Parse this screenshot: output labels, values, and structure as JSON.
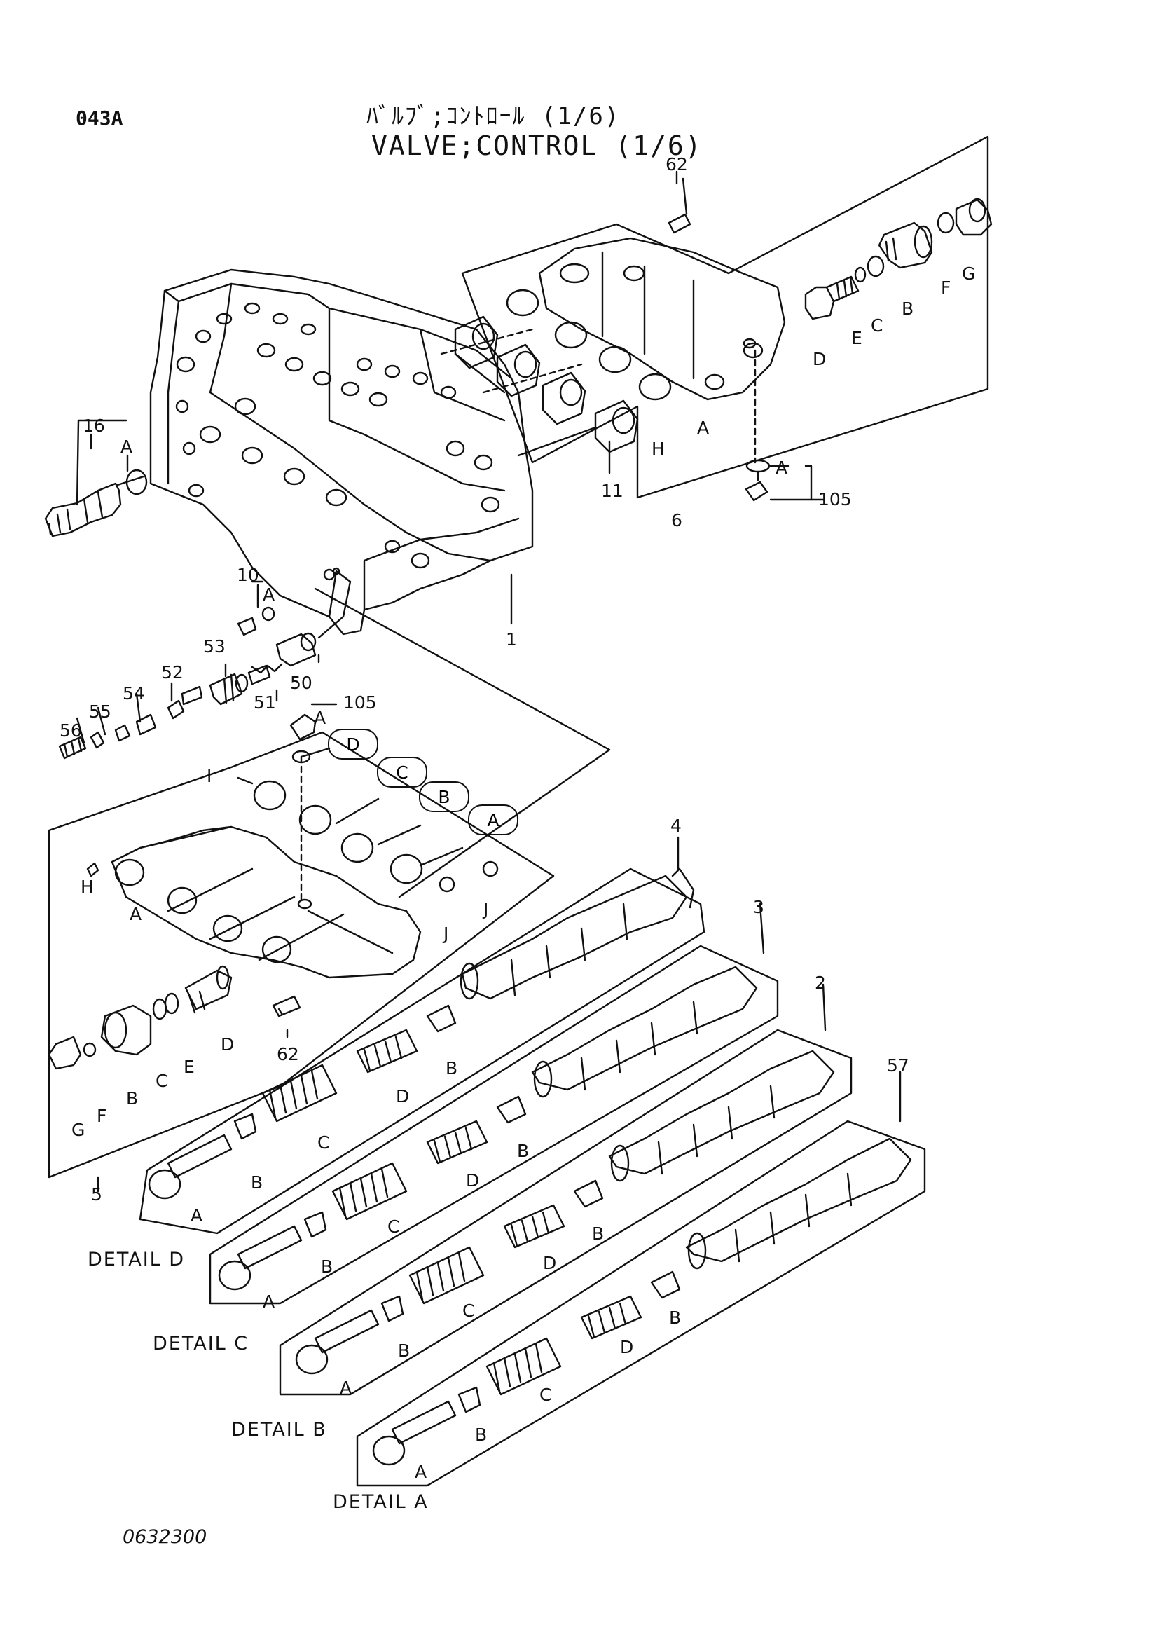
{
  "header": {
    "page_code": "043A",
    "title_jp": "ﾊﾞﾙﾌﾞ;ｺﾝﾄﾛｰﾙ (1/6)",
    "title_en": "VALVE;CONTROL (1/6)"
  },
  "figure_number": "0632300",
  "callouts": {
    "c62a": "62",
    "c16": "16",
    "c1": "1",
    "c10": "10",
    "c6": "6",
    "c11": "11",
    "c105a": "105",
    "c53": "53",
    "c52": "52",
    "c54": "54",
    "c55": "55",
    "c56": "56",
    "c51": "51",
    "c50": "50",
    "c105b": "105",
    "c4": "4",
    "c3": "3",
    "c2": "2",
    "c57": "57",
    "c5": "5",
    "c62b": "62"
  },
  "letters": {
    "top_A16": "A",
    "top_A10": "A",
    "top_H": "H",
    "top_A": "A",
    "top_D": "D",
    "top_E": "E",
    "top_C": "C",
    "top_B": "B",
    "top_F": "F",
    "top_G": "G",
    "top_A105": "A",
    "mid_A105": "A",
    "bub_D": "D",
    "bub_C": "C",
    "bub_B": "B",
    "bub_A": "A",
    "mid_I": "I",
    "mid_H": "H",
    "mid_A": "A",
    "mid_J1": "J",
    "mid_J2": "J",
    "mid_D": "D",
    "mid_E": "E",
    "mid_C": "C",
    "mid_B": "B",
    "mid_F": "F",
    "mid_G": "G",
    "d4_B1": "B",
    "d4_D": "D",
    "d4_C": "C",
    "d4_B2": "B",
    "d4_A": "A",
    "d3_B1": "B",
    "d3_D": "D",
    "d3_C": "C",
    "d3_B2": "B",
    "d3_A": "A",
    "d2_B1": "B",
    "d2_D": "D",
    "d2_C": "C",
    "d2_B2": "B",
    "d2_A": "A",
    "d57_B1": "B",
    "d57_D": "D",
    "d57_C": "C",
    "d57_B2": "B",
    "d57_A": "A"
  },
  "details": {
    "detail_d": "DETAIL  D",
    "detail_c": "DETAIL  C",
    "detail_b": "DETAIL  B",
    "detail_a": "DETAIL  A"
  }
}
